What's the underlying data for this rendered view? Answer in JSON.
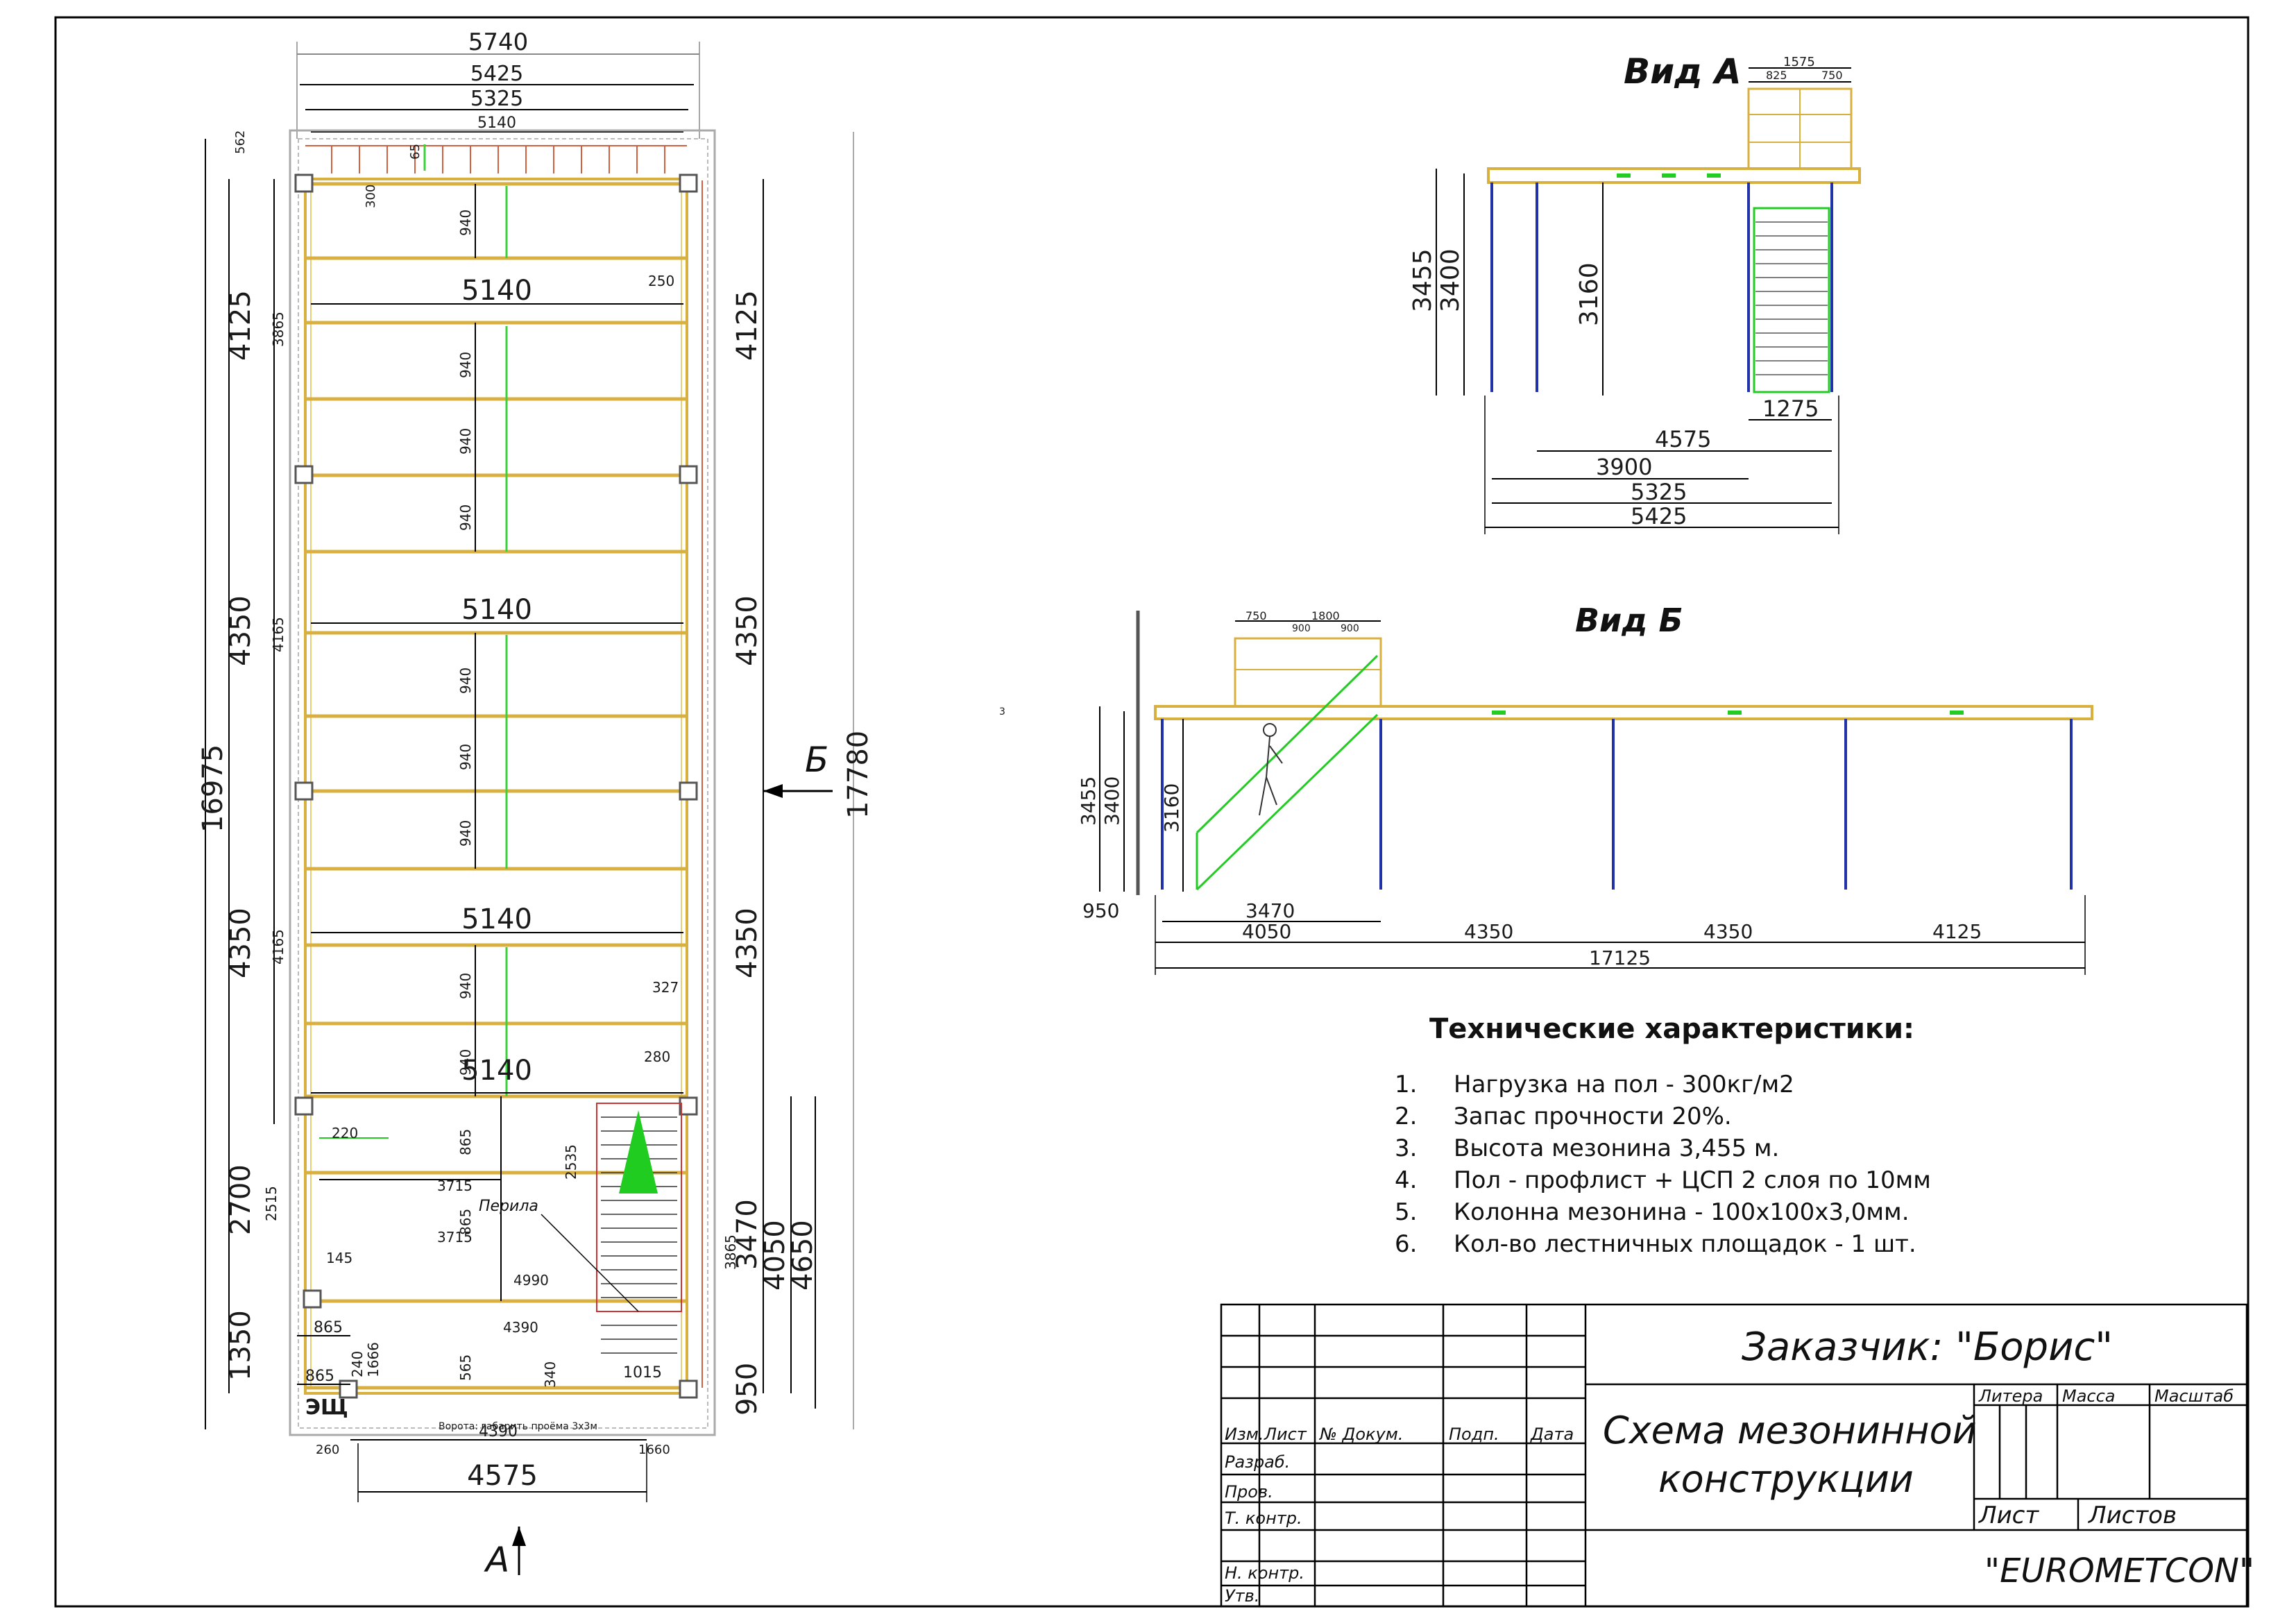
{
  "views": {
    "view_a_title": "Вид А",
    "view_b_title": "Вид Б",
    "marker_a": "А",
    "marker_b": "Б"
  },
  "plan": {
    "overall_width_outer": "5740",
    "overall_width_5425": "5425",
    "overall_width_5325": "5325",
    "overall_width_5140": "5140",
    "dim_562": "562",
    "dim_65": "65",
    "dim_300": "300",
    "dim_250": "250",
    "dim_327": "327",
    "dim_280": "280",
    "dim_220": "220",
    "dim_145": "145",
    "beam_span": "5140",
    "joist_spacing": "940",
    "left_bays": [
      "4125",
      "4350",
      "4350",
      "2700",
      "1350"
    ],
    "left_inner": [
      "3865",
      "4165",
      "4165",
      "2515"
    ],
    "right_bays": [
      "4125",
      "4350",
      "4350",
      "3470",
      "950"
    ],
    "total_length": "16975",
    "total_length_outer": "17780",
    "dim_4050": "4050",
    "dim_4650": "4650",
    "dim_3865_r": "3865",
    "stair_dim_2535": "2535",
    "dim_865": "865",
    "dim_565": "565",
    "dim_340": "340",
    "dim_3715": "3715",
    "dim_4990": "4990",
    "dim_4390": "4390",
    "dim_1015": "1015",
    "dim_1666": "1666",
    "dim_240": "240",
    "dim_260": "260",
    "dim_1660": "1660",
    "dim_4575": "4575",
    "perila_label": "Перила",
    "eshch_label": "ЭЩ",
    "gate_note": "Ворота: габарить проёма 3х3м"
  },
  "view_a": {
    "dims_top": [
      "1575",
      "825",
      "750"
    ],
    "h_3455": "3455",
    "h_3400": "3400",
    "h_3160": "3160",
    "w_1275": "1275",
    "w_4575": "4575",
    "w_3900": "3900",
    "w_5325": "5325",
    "w_5425": "5425"
  },
  "view_b": {
    "dims_top": [
      "750",
      "1800",
      "900",
      "900"
    ],
    "h_3455": "3455",
    "h_3400": "3400",
    "h_3160": "3160",
    "w_950": "950",
    "w_3470": "3470",
    "spans": [
      "4050",
      "4350",
      "4350",
      "4125"
    ],
    "total": "17125",
    "stray_mark": "3"
  },
  "specs": {
    "title": "Технические характеристики:",
    "items": [
      {
        "n": "1.",
        "text": "Нагрузка на пол - 300кг/м2"
      },
      {
        "n": "2.",
        "text": "Запас прочности 20%."
      },
      {
        "n": "3.",
        "text": "Высота мезонина 3,455 м."
      },
      {
        "n": "4.",
        "text": "Пол - профлист + ЦСП 2 слоя по 10мм"
      },
      {
        "n": "5.",
        "text": "Колонна мезонина - 100х100х3,0мм."
      },
      {
        "n": "6.",
        "text": "Кол-во лестничных площадок - 1 шт."
      }
    ]
  },
  "title_block": {
    "customer": "Заказчик: \"Борис\"",
    "title_line1": "Схема мезонинной",
    "title_line2": "конструкции",
    "company": "\"EUROMETCON\"",
    "col_izm": "Изм.",
    "col_list": "Лист",
    "col_doc": "№ Докум.",
    "col_sign": "Подп.",
    "col_date": "Дата",
    "row_razrab": "Разраб.",
    "row_prov": "Пров.",
    "row_tkontr": "Т. контр.",
    "row_nkontr": "Н. контр.",
    "row_utv": "Утв.",
    "litera": "Литера",
    "massa": "Масса",
    "masshtab": "Масштаб",
    "list": "Лист",
    "listov": "Листов"
  }
}
